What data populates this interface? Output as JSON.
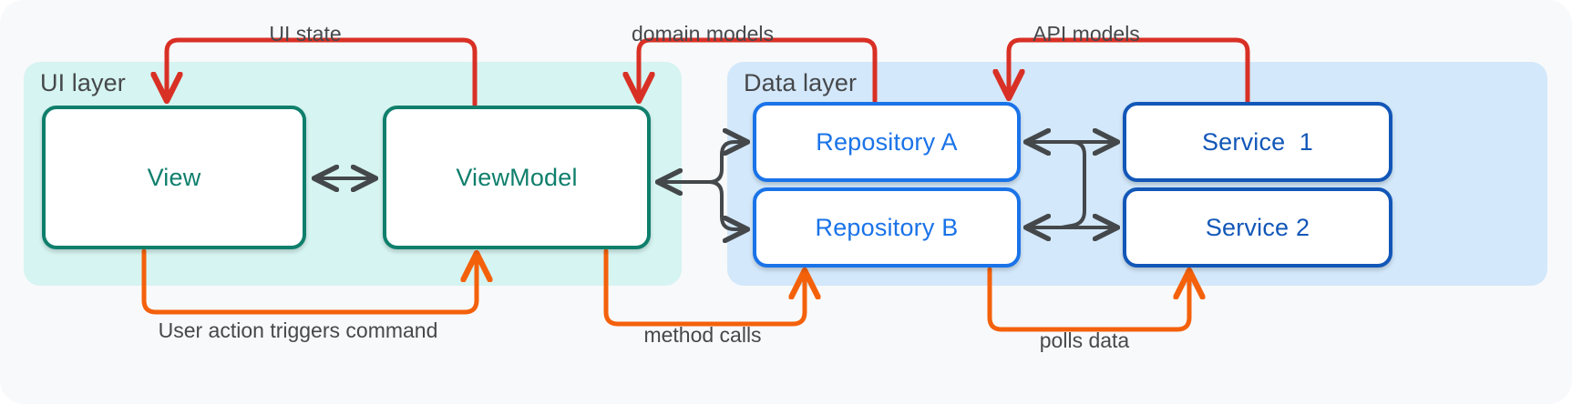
{
  "diagram": {
    "title": "MVVM architecture data flow",
    "background": "#f8f9fb",
    "layers": [
      {
        "id": "ui-layer",
        "label": "UI layer",
        "fill": "#d6f4f1",
        "nodes": [
          {
            "id": "view",
            "label": "View",
            "border_color": "#0f7f6c",
            "text_color": "#0f7f6c"
          },
          {
            "id": "viewmodel",
            "label": "ViewModel",
            "border_color": "#0f7f6c",
            "text_color": "#0f7f6c"
          }
        ]
      },
      {
        "id": "data-layer",
        "label": "Data layer",
        "fill": "#d3e8fa",
        "nodes": [
          {
            "id": "repo-a",
            "label": "Repository A",
            "border_color": "#1a73e8",
            "text_color": "#1a73e8"
          },
          {
            "id": "repo-b",
            "label": "Repository B",
            "border_color": "#1a73e8",
            "text_color": "#1a73e8"
          },
          {
            "id": "svc-1",
            "label": "Service  1",
            "border_color": "#1257b8",
            "text_color": "#1257b8"
          },
          {
            "id": "svc-2",
            "label": "Service 2",
            "border_color": "#1257b8",
            "text_color": "#1257b8"
          }
        ]
      }
    ],
    "edge_labels": {
      "ui_state": "UI state",
      "domain_models": "domain models",
      "api_models": "API models",
      "user_action": "User action triggers command",
      "method_calls": "method calls",
      "polls_data": "polls data"
    },
    "colors": {
      "red_flow": "#d93025",
      "orange_flow": "#f4610b",
      "gray_flow": "#44484b",
      "label_text": "#46484b",
      "node_fill": "#ffffff"
    },
    "edges": [
      {
        "from": "viewmodel",
        "to": "view",
        "label": "UI state",
        "color": "#d93025",
        "style": "top-loop"
      },
      {
        "from": "repo-a",
        "to": "viewmodel",
        "label": "domain models",
        "color": "#d93025",
        "style": "top-loop"
      },
      {
        "from": "svc-1",
        "to": "repo-a",
        "label": "API models",
        "color": "#d93025",
        "style": "top-loop"
      },
      {
        "from": "view",
        "to": "viewmodel",
        "label": "User action triggers command",
        "color": "#f4610b",
        "style": "bottom-loop"
      },
      {
        "from": "viewmodel",
        "to": "repo-a",
        "label": "method calls",
        "color": "#f4610b",
        "style": "bottom-loop"
      },
      {
        "from": "repo-b",
        "to": "svc-2",
        "label": "polls data",
        "color": "#f4610b",
        "style": "bottom-loop"
      },
      {
        "from": "view",
        "to": "viewmodel",
        "label": "",
        "color": "#44484b",
        "style": "bidirectional"
      },
      {
        "from": "viewmodel",
        "to": "repo-a",
        "label": "",
        "color": "#44484b",
        "style": "fork-arrow"
      },
      {
        "from": "viewmodel",
        "to": "repo-b",
        "label": "",
        "color": "#44484b",
        "style": "fork-arrow"
      },
      {
        "from": "repo-a",
        "to": "svc-1",
        "label": "",
        "color": "#44484b",
        "style": "bidirectional"
      },
      {
        "from": "repo-b",
        "to": "svc-2",
        "label": "",
        "color": "#44484b",
        "style": "bidirectional"
      },
      {
        "from": "svc-1",
        "to": "repo-b",
        "label": "",
        "color": "#44484b",
        "style": "cross-link"
      }
    ]
  }
}
